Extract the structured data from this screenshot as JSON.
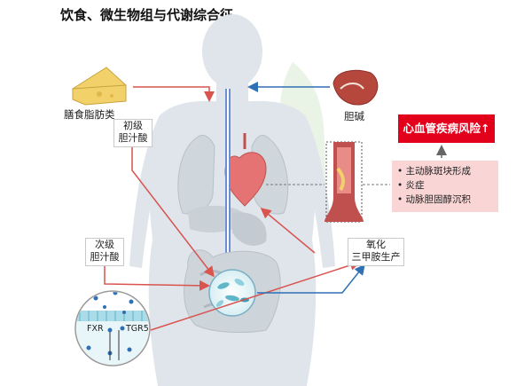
{
  "title": "饮食、微生物组与代谢综合征",
  "labels": {
    "dietary_fat": "膳食脂肪类",
    "choline": "胆碱",
    "primary_bile_acid_line1": "初级",
    "primary_bile_acid_line2": "胆汁酸",
    "secondary_bile_acid_line1": "次级",
    "secondary_bile_acid_line2": "胆汁酸",
    "tmao_line1": "氧化",
    "tmao_line2": "三甲胺生产",
    "cv_risk": "心血管疾病风险↑",
    "fxr": "FXR",
    "tgr5": "TGR5"
  },
  "effects": [
    "主动脉斑块形成",
    "炎症",
    "动脉胆固醇沉积"
  ],
  "colors": {
    "red_arrow": "#d9534f",
    "blue_arrow": "#2f6fb3",
    "risk_red": "#e3001b",
    "effect_bg": "#f9d5d5",
    "body": "#dfe5ea",
    "heart": "#e57373",
    "cheese": "#f2d16b",
    "meat": "#b5473d",
    "gut_cells": "#5fb6c9"
  }
}
